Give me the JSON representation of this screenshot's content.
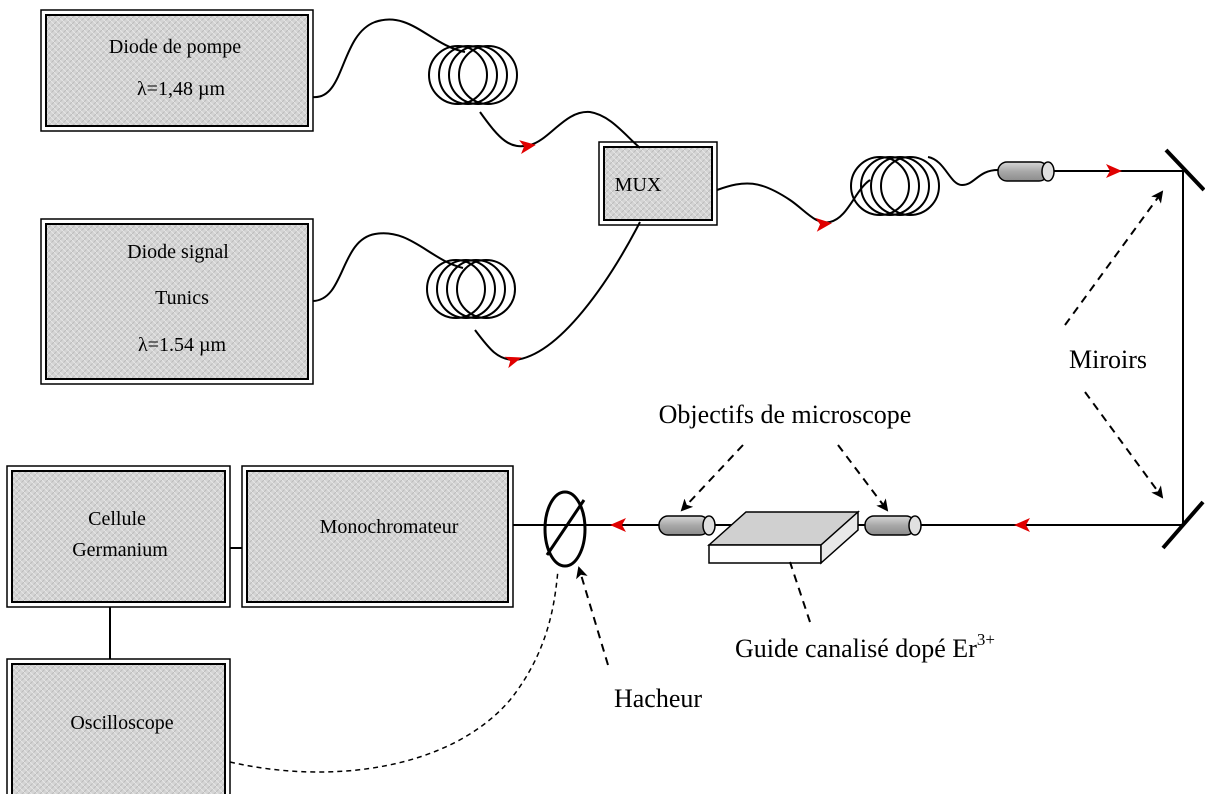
{
  "boxes": {
    "pump": {
      "line1": "Diode de pompe",
      "line2": "λ=1,48 µm"
    },
    "signal": {
      "line1": "Diode signal",
      "line2": "Tunics",
      "line3": "λ=1.54 µm"
    },
    "mux": {
      "label": "MUX"
    },
    "cellule": {
      "line1": "Cellule",
      "line2": "Germanium"
    },
    "monochromateur": {
      "label": "Monochromateur"
    },
    "oscilloscope": {
      "label": "Oscilloscope"
    }
  },
  "labels": {
    "miroirs": "Miroirs",
    "objectifs": "Objectifs de microscope",
    "guide": "Guide canalisé dopé Er",
    "guide_sup": "3+",
    "hacheur": "Hacheur"
  },
  "colors": {
    "arrow": "#e00000",
    "box_fill": "#d0d0d0"
  }
}
